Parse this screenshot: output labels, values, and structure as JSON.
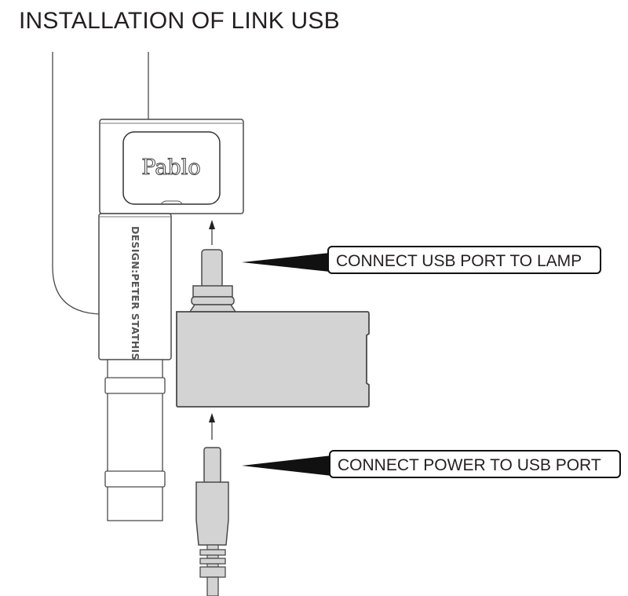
{
  "title": "INSTALLATION OF LINK USB",
  "lamp": {
    "brand_label": "Pablo",
    "design_credit": "DESIGN:PETER STATHIS"
  },
  "callouts": [
    {
      "id": "usb-to-lamp",
      "label": "CONNECT USB PORT TO LAMP"
    },
    {
      "id": "power-to-usb",
      "label": "CONNECT POWER TO USB PORT"
    }
  ],
  "colors": {
    "line": "#4a4a4a",
    "part_fill": "#d3d3d3",
    "text": "#231f20",
    "background": "#ffffff"
  }
}
